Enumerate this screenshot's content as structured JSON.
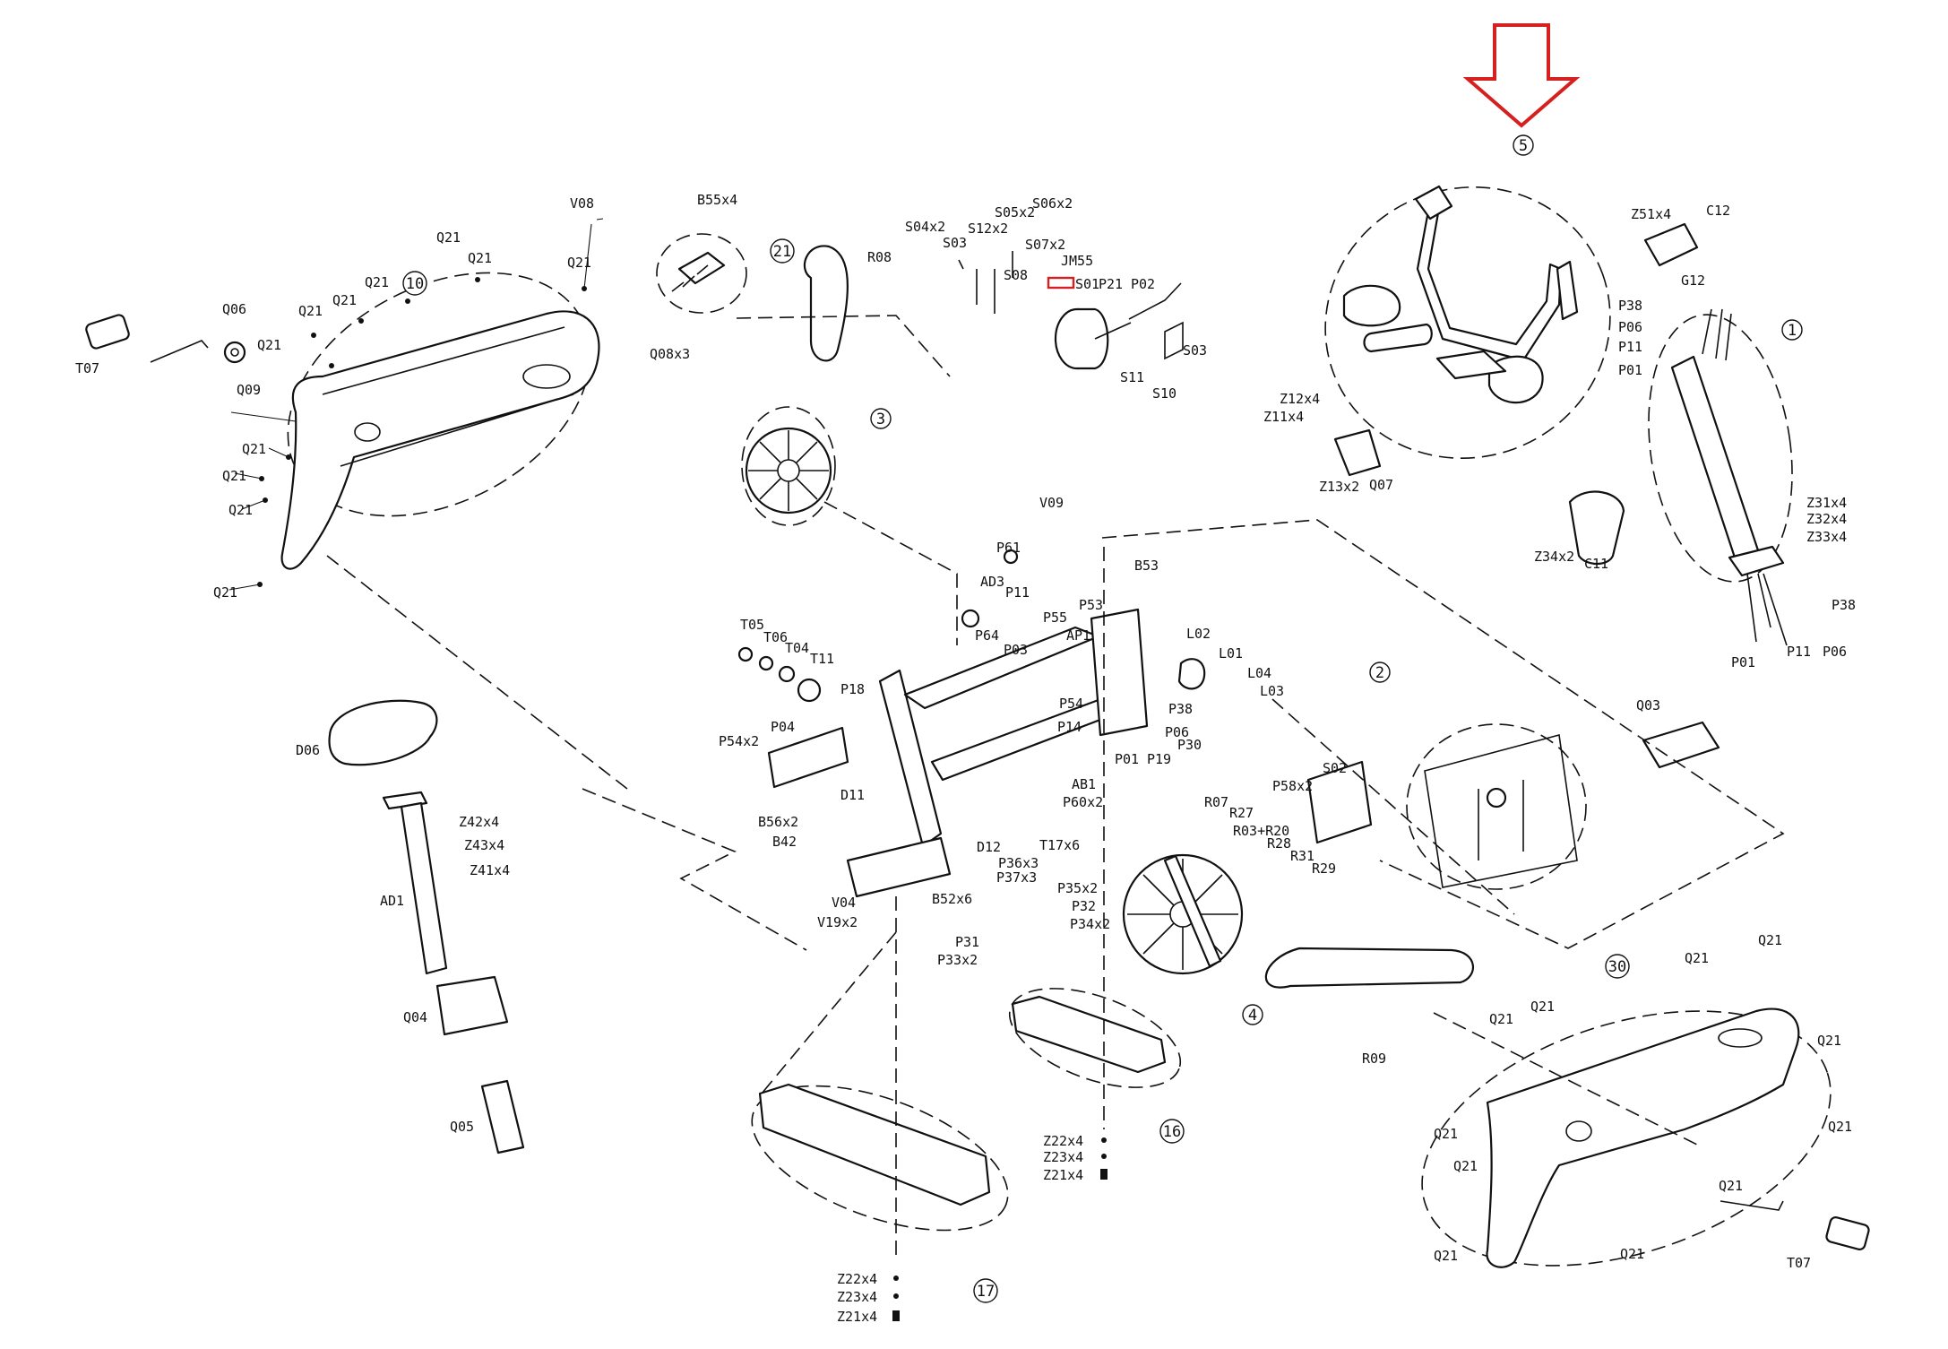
{
  "diagram": {
    "colors": {
      "line": "#111111",
      "indicator": "#d62020",
      "background": "#ffffff"
    },
    "indicator": {
      "icon": "down-arrow-icon",
      "points_to": "5"
    },
    "callouts": {
      "c1": "1",
      "c2": "2",
      "c3": "3",
      "c4": "4",
      "c5": "5",
      "c10": "10",
      "c16": "16",
      "c17": "17",
      "c21": "21",
      "c30": "30"
    },
    "labels": {
      "V08": "V08",
      "B55x4": "B55x4",
      "Q21": "Q21",
      "Q06": "Q06",
      "T07": "T07",
      "Q09": "Q09",
      "Q08x3": "Q08x3",
      "R08": "R08",
      "S04x2": "S04x2",
      "S03": "S03",
      "S12x2": "S12x2",
      "S05x2": "S05x2",
      "S06x2": "S06x2",
      "S07x2": "S07x2",
      "S08": "S08",
      "JM55": "JM55",
      "S01": "S01",
      "P21": "P21",
      "P02": "P02",
      "S11": "S11",
      "S10": "S10",
      "Z51x4": "Z51x4",
      "C12": "C12",
      "G12": "G12",
      "P38": "P38",
      "P06": "P06",
      "P11": "P11",
      "P01": "P01",
      "Z12x4": "Z12x4",
      "Z11x4": "Z11x4",
      "Z13x2": "Z13x2",
      "Q07": "Q07",
      "Z31x4": "Z31x4",
      "Z32x4": "Z32x4",
      "Z33x4": "Z33x4",
      "Z34x2": "Z34x2",
      "C11": "C11",
      "V09": "V09",
      "P61": "P61",
      "B53": "B53",
      "AD3": "AD3",
      "P55": "P55",
      "P53": "P53",
      "P64": "P64",
      "P03": "P03",
      "AP1": "AP1",
      "L02": "L02",
      "L01": "L01",
      "L04": "L04",
      "L03": "L03",
      "T05": "T05",
      "T06": "T06",
      "T04": "T04",
      "T11": "T11",
      "P18": "P18",
      "P54": "P54",
      "P14": "P14",
      "P04": "P04",
      "P54x2": "P54x2",
      "D11": "D11",
      "P19": "P19",
      "P30": "P30",
      "AB1": "AB1",
      "P60x2": "P60x2",
      "T17x6": "T17x6",
      "Q03": "Q03",
      "D06": "D06",
      "Z42x4": "Z42x4",
      "Z43x4": "Z43x4",
      "Z41x4": "Z41x4",
      "AD1": "AD1",
      "B56x2": "B56x2",
      "B42": "B42",
      "D12": "D12",
      "P36x3": "P36x3",
      "P37x3": "P37x3",
      "B52x6": "B52x6",
      "P35x2": "P35x2",
      "P32": "P32",
      "P34x2": "P34x2",
      "V04": "V04",
      "V19x2": "V19x2",
      "P31": "P31",
      "P33x2": "P33x2",
      "S02": "S02",
      "P58x2": "P58x2",
      "R07": "R07",
      "R27": "R27",
      "R03R20": "R03+R20",
      "R28": "R28",
      "R31": "R31",
      "R29": "R29",
      "R09": "R09",
      "Q04": "Q04",
      "Q05": "Q05",
      "Z22x4": "Z22x4",
      "Z23x4": "Z23x4",
      "Z21x4": "Z21x4"
    }
  }
}
